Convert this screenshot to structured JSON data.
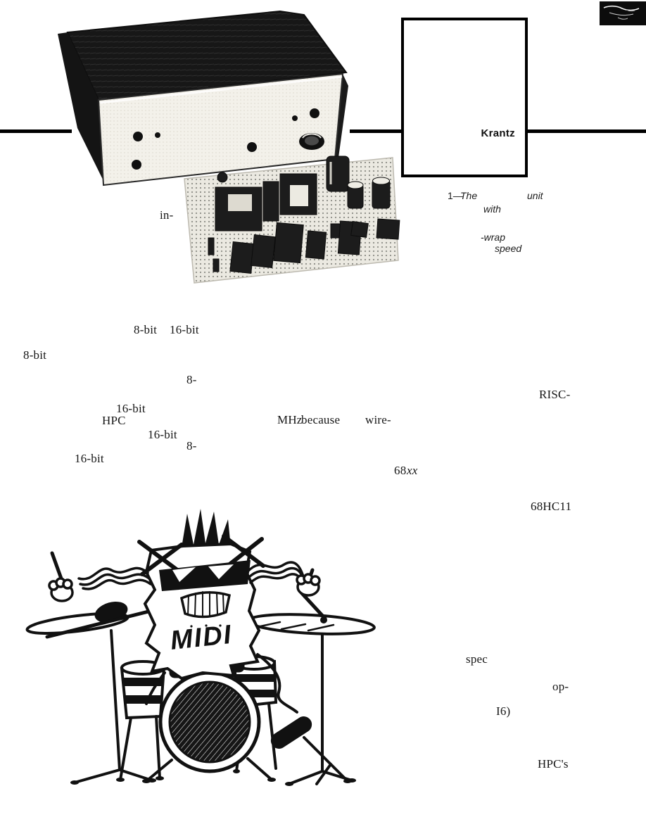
{
  "figure_box": {
    "credit": "Krantz"
  },
  "caption": {
    "num": "1—",
    "the": "The",
    "unit": "unit",
    "with": "with",
    "wrap": "-wrap",
    "speed": "speed"
  },
  "fragments": [
    {
      "text": "in-"
    },
    {
      "text": "8-bit"
    },
    {
      "text": "16-bit"
    },
    {
      "text": "8-bit"
    },
    {
      "text": "8-"
    },
    {
      "text": "RISC-"
    },
    {
      "text": "16-bit"
    },
    {
      "text": "HPC"
    },
    {
      "text": "MHz"
    },
    {
      "text": "because"
    },
    {
      "text": "wire-"
    },
    {
      "text": "16-bit"
    },
    {
      "text": "8-"
    },
    {
      "text": "16-bit"
    },
    {
      "text": "68"
    },
    {
      "text": "xx"
    },
    {
      "text": "68HC11"
    },
    {
      "text": "spec"
    },
    {
      "text": "op-"
    },
    {
      "text": "I6)"
    },
    {
      "text": "HPC's"
    }
  ],
  "cartoon": {
    "chip_label": "MIDI"
  },
  "graphics": {
    "corner_thumbnail": "photo-thumbnail",
    "device_photo": "prototype-unit-photo",
    "board_photo": "wire-wrap-board-photo",
    "drummer_cartoon": "midi-chip-drummer-cartoon"
  },
  "colors": {
    "ink": "#141414",
    "paper": "#ffffff",
    "rule": "#000000",
    "panel": "#f3f1ea"
  }
}
